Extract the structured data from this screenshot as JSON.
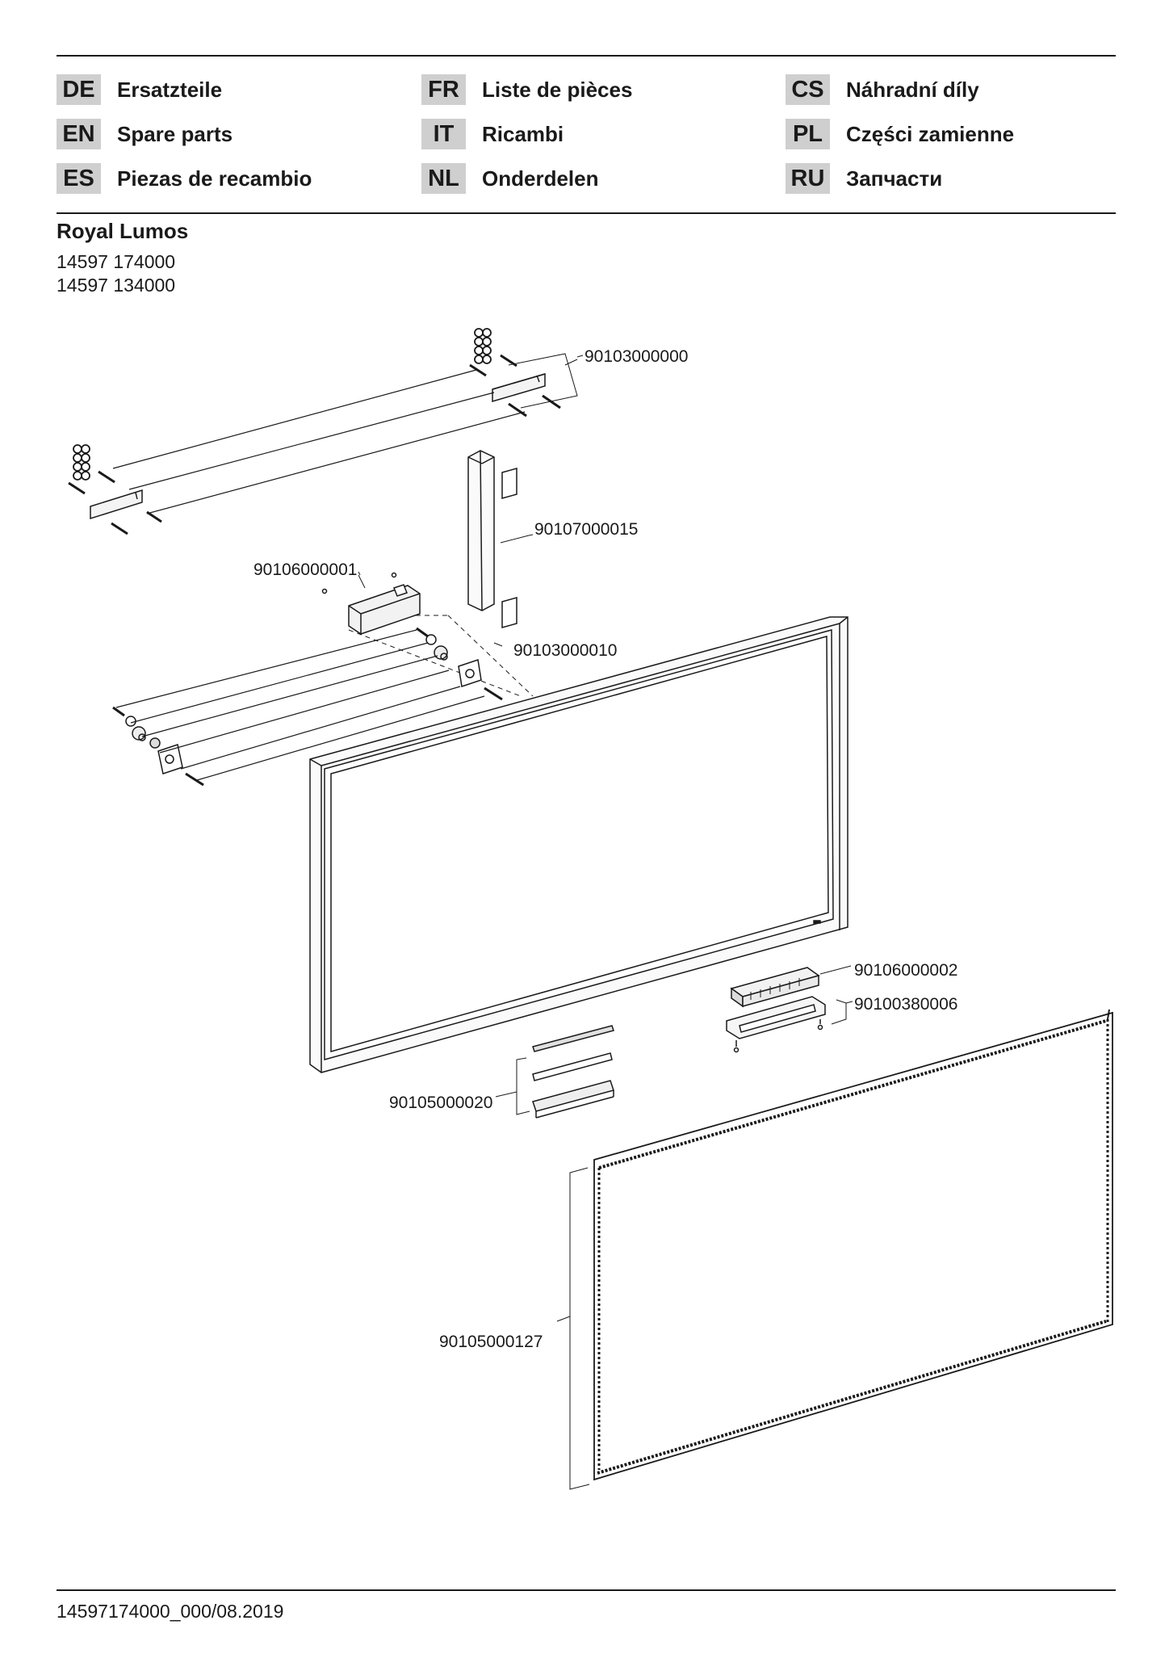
{
  "languages": [
    {
      "code": "DE",
      "name": "Ersatzteile"
    },
    {
      "code": "EN",
      "name": "Spare parts"
    },
    {
      "code": "ES",
      "name": "Piezas de recambio"
    },
    {
      "code": "FR",
      "name": "Liste de pièces"
    },
    {
      "code": "IT",
      "name": "Ricambi"
    },
    {
      "code": "NL",
      "name": "Onderdelen"
    },
    {
      "code": "CS",
      "name": "Náhradní díly"
    },
    {
      "code": "PL",
      "name": "Części zamienne"
    },
    {
      "code": "RU",
      "name": "Запчасти"
    }
  ],
  "product": {
    "title": "Royal Lumos",
    "article_numbers": [
      "14597 174000",
      "14597 134000"
    ]
  },
  "parts": {
    "p1": "90103000000",
    "p2": "90107000015",
    "p3": "90106000001",
    "p4": "90103000010",
    "p5": "90106000002",
    "p6": "90100380006",
    "p7": "90105000020",
    "p8": "90105000127"
  },
  "footer": {
    "doc_id": "14597174000_000/08.2019"
  }
}
